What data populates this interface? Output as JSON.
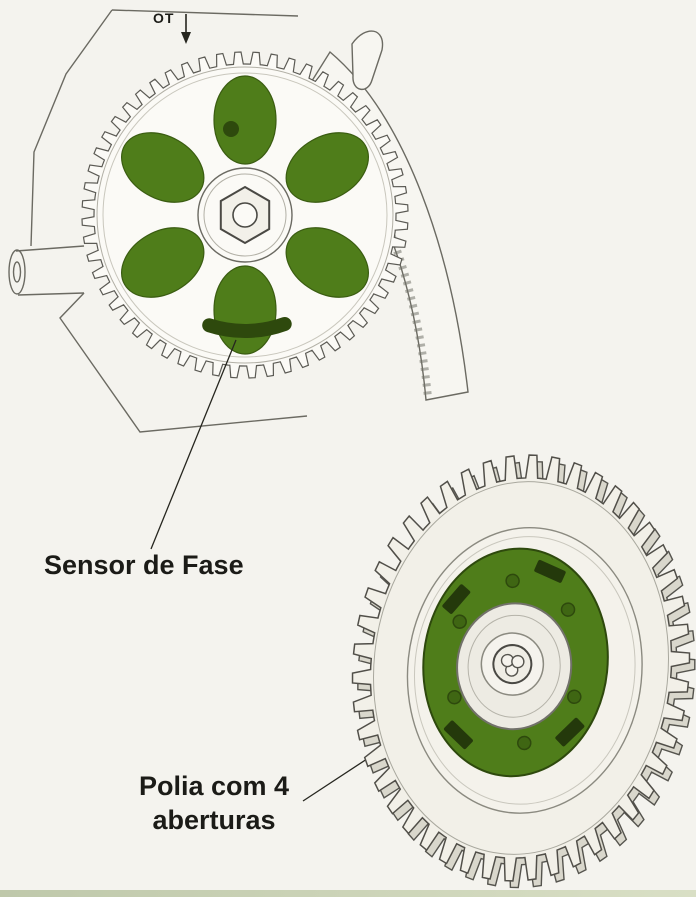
{
  "labels": {
    "ot": "OT",
    "sensor": "Sensor de Fase",
    "pulley_line1": "Polia com 4",
    "pulley_line2": "aberturas"
  },
  "colors": {
    "green": "#4f7d1a",
    "green_mid": "#3f6613",
    "green_dark": "#2e490d",
    "green_slot": "#24390b",
    "outline": "#55544e",
    "outline_soft": "#6b6a62",
    "outline_light": "#b2b0a6",
    "ink": "#26261f",
    "paper": "#f7f6f1",
    "gear_face": "#f2f0e8",
    "gear_side": "#d9d7cc",
    "background": "#f4f3ee"
  }
}
